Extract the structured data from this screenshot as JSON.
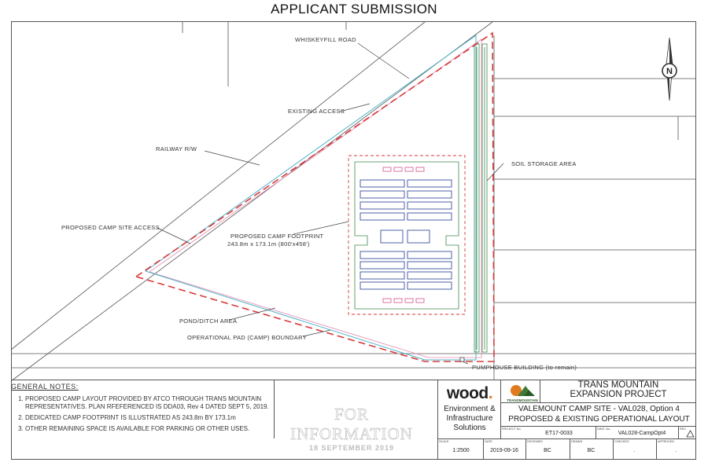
{
  "banner": "APPLICANT SUBMISSION",
  "labels": {
    "whiskeyfill_road": "WHISKEYFILL ROAD",
    "existing_access": "EXISTING ACCESS",
    "railway": "RAILWAY R/W",
    "soil_storage": "SOIL STORAGE AREA",
    "proposed_access": "PROPOSED CAMP SITE ACCESS",
    "footprint_line1": "PROPOSED CAMP FOOTPRINT",
    "footprint_line2": "243.8m  x 173.1m (800'x458')",
    "pond": "POND/DITCH AREA",
    "pad_boundary": "OPERATIONAL PAD (CAMP) BOUNDARY",
    "pumphouse": "PUMPHOUSE BUILDING (to remain)"
  },
  "north_arrow": "N",
  "notes": {
    "heading": "GENERAL NOTES:",
    "items": [
      "PROPOSED CAMP LAYOUT PROVIDED BY ATCO THROUGH TRANS MOUNTAIN REPRESENTATIVES.   PLAN RFEFERENCED IS DDA03, Rev 4 DATED SEPT 5, 2019.",
      "DEDICATED CAMP FOOTPRINT IS ILLUSTRATED AS 243.8m BY 173.1m",
      "OTHER REMAINING SPACE IS AVAILABLE FOR PARKING OR OTHER USES."
    ]
  },
  "stamp": {
    "title": "FOR INFORMATION",
    "date": "18 SEPTEMBER 2019"
  },
  "company": {
    "logo": "wood",
    "logo_dot": ".",
    "sub1": "Environment &",
    "sub2": "Infrastructure",
    "sub3": "Solutions"
  },
  "client_logo_text": "TRANSMOUNTAIN",
  "project": {
    "line1": "TRANS MOUNTAIN",
    "line2": "EXPANSION PROJECT"
  },
  "drawing_title": {
    "line1": "VALEMOUNT CAMP SITE - VAL028, Option 4",
    "line2": "PROPOSED & EXISTING OPERATIONAL LAYOUT"
  },
  "title_block": {
    "project_no_label": "PROJECT No.",
    "project_no": "ET17-0033",
    "dwg_no_label": "DWG. No.",
    "dwg_no": "VAL028-CampOpt4",
    "rev_label": "REV.",
    "scale_label": "SCALE",
    "scale": "1:2500",
    "date_label": "DATE",
    "date": "2019-09-16",
    "designed_label": "DESIGNED",
    "designed": "BC",
    "drawn_label": "DRAWN",
    "drawn": "BC",
    "checked_label": "CHECKED",
    "checked": ".",
    "approved_label": "APPROVED",
    "approved": "."
  },
  "colors": {
    "red_boundary": "#d83a3a",
    "cyan_line": "#4fb3c8",
    "pink_line": "#e28ab0",
    "green_line": "#3f8a4a",
    "blue_buildings": "#3a4f9e",
    "brand_orange": "#e07a1f"
  }
}
